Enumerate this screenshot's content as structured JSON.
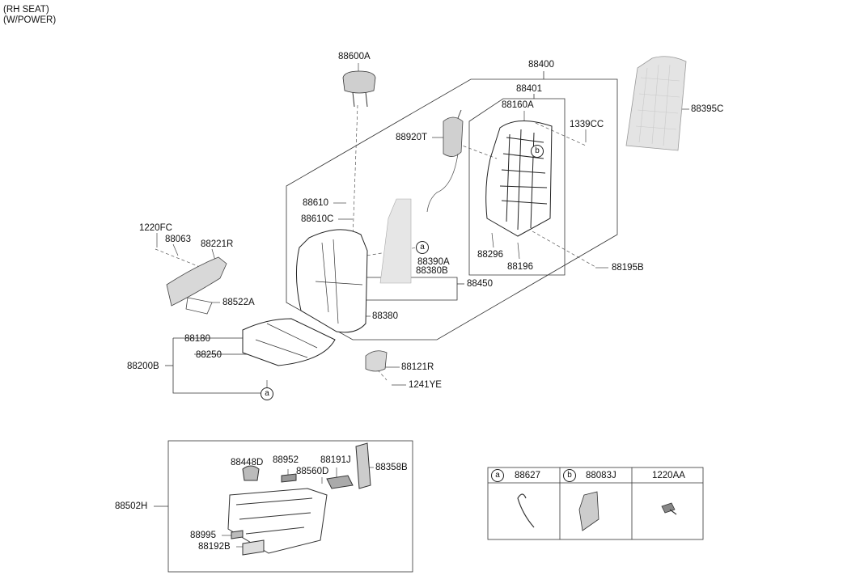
{
  "header": {
    "line1": "(RH SEAT)",
    "line2": "(W/POWER)"
  },
  "parts": {
    "p88600A": "88600A",
    "p88400": "88400",
    "p88401": "88401",
    "p88160A": "88160A",
    "p1339CC": "1339CC",
    "p88395C": "88395C",
    "p88920T": "88920T",
    "p88610": "88610",
    "p88610C": "88610C",
    "p1220FC": "1220FC",
    "p88063": "88063",
    "p88221R": "88221R",
    "p88522A": "88522A",
    "p88390A": "88390A",
    "p88380B": "88380B",
    "p88450": "88450",
    "p88380": "88380",
    "p88296": "88296",
    "p88196": "88196",
    "p88195B": "88195B",
    "p88180": "88180",
    "p88250": "88250",
    "p88200B": "88200B",
    "p88121R": "88121R",
    "p1241YE": "1241YE",
    "p88448D": "88448D",
    "p88952": "88952",
    "p88560D": "88560D",
    "p88191J": "88191J",
    "p88358B": "88358B",
    "p88502H": "88502H",
    "p88995": "88995",
    "p88192B": "88192B"
  },
  "callouts": {
    "a": "a",
    "b": "b"
  },
  "legend_table": {
    "cells": [
      {
        "mark": "a",
        "part": "88627"
      },
      {
        "mark": "b",
        "part": "88083J"
      },
      {
        "mark": "",
        "part": "1220AA"
      }
    ]
  }
}
